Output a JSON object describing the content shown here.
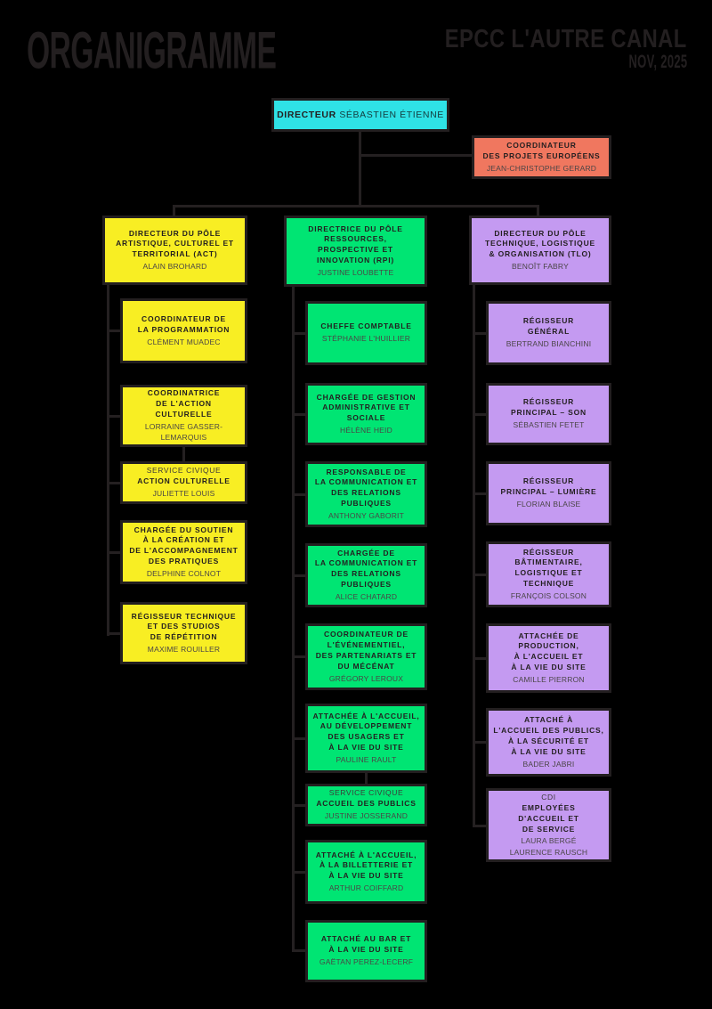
{
  "header": {
    "title": "ORGANIGRAMME",
    "org_name": "EPCC L'AUTRE CANAL",
    "date": "NOV, 2025"
  },
  "colors": {
    "background": "#000000",
    "director_box": "#2fe2e6",
    "europe_box": "#f0775f",
    "column_act": "#f8ee23",
    "column_rpi": "#00e573",
    "column_tlo": "#c49af1",
    "line": "#242021",
    "border": "#231f20"
  },
  "director": {
    "role": "DIRECTEUR",
    "name": "SÉBASTIEN ÉTIENNE"
  },
  "europe": {
    "title": "COORDINATEUR\nDES PROJETS EUROPÉENS",
    "name": "JEAN-CHRISTOPHE GERARD"
  },
  "columns": [
    {
      "id": "act",
      "head": {
        "title": "DIRECTEUR DU PÔLE\nARTISTIQUE, CULTUREL ET\nTERRITORIAL (ACT)",
        "name": "ALAIN BROHARD"
      },
      "boxes": [
        {
          "title": "COORDINATEUR DE\nLA PROGRAMMATION",
          "name": "CLÉMENT MUADEC"
        },
        {
          "title": "COORDINATRICE\nDE L'ACTION\nCULTURELLE",
          "name": "LORRAINE GASSER-LEMARQUIS"
        },
        {
          "pretitle": "SERVICE CIVIQUE",
          "title": "ACTION CULTURELLE",
          "name": "JULIETTE LOUIS"
        },
        {
          "title": "CHARGÉE DU SOUTIEN\nÀ LA CRÉATION ET\nDE L'ACCOMPAGNEMENT\nDES PRATIQUES",
          "name": "DELPHINE COLNOT"
        },
        {
          "title": "RÉGISSEUR TECHNIQUE\nET DES STUDIOS\nDE RÉPÉTITION",
          "name": "MAXIME ROUILLER"
        }
      ]
    },
    {
      "id": "rpi",
      "head": {
        "title": "DIRECTRICE DU PÔLE\nRESSOURCES,\nPROSPECTIVE ET\nINNOVATION (RPI)",
        "name": "JUSTINE LOUBETTE"
      },
      "boxes": [
        {
          "title": "CHEFFE COMPTABLE",
          "name": "STÉPHANIE L'HUILLIER"
        },
        {
          "title": "CHARGÉE DE GESTION\nADMINISTRATIVE ET\nSOCIALE",
          "name": "HÉLÈNE HEID"
        },
        {
          "title": "RESPONSABLE DE\nLA COMMUNICATION ET\nDES RELATIONS\nPUBLIQUES",
          "name": "ANTHONY GABORIT"
        },
        {
          "title": "CHARGÉE DE\nLA COMMUNICATION ET\nDES RELATIONS\nPUBLIQUES",
          "name": "ALICE CHATARD"
        },
        {
          "title": "COORDINATEUR DE\nL'ÉVÉNEMENTIEL,\nDES PARTENARIATS ET\nDU MÉCÉNAT",
          "name": "GRÉGORY LEROUX"
        },
        {
          "title": "ATTACHÉE À L'ACCUEIL,\nAU DÉVELOPPEMENT\nDES USAGERS ET\nÀ LA VIE DU SITE",
          "name": "PAULINE RAULT"
        },
        {
          "pretitle": "SERVICE CIVIQUE",
          "title": "ACCUEIL DES PUBLICS",
          "name": "JUSTINE JOSSERAND"
        },
        {
          "title": "ATTACHÉ À L'ACCUEIL,\nÀ LA BILLETTERIE ET\nÀ LA VIE DU SITE",
          "name": "ARTHUR COIFFARD"
        },
        {
          "title": "ATTACHÉ AU BAR ET\nÀ LA VIE DU SITE",
          "name": "GAËTAN PEREZ-LECERF"
        }
      ]
    },
    {
      "id": "tlo",
      "head": {
        "title": "DIRECTEUR DU PÔLE\nTECHNIQUE, LOGISTIQUE\n& ORGANISATION (TLO)",
        "name": "BENOÎT FABRY"
      },
      "boxes": [
        {
          "title": "RÉGISSEUR\nGÉNÉRAL",
          "name": "BERTRAND BIANCHINI"
        },
        {
          "title": "RÉGISSEUR\nPRINCIPAL – SON",
          "name": "SÉBASTIEN FETET"
        },
        {
          "title": "RÉGISSEUR\nPRINCIPAL – LUMIÈRE",
          "name": "FLORIAN BLAISE"
        },
        {
          "title": "RÉGISSEUR\nBÂTIMENTAIRE,\nLOGISTIQUE ET\nTECHNIQUE",
          "name": "FRANÇOIS COLSON"
        },
        {
          "title": "ATTACHÉE DE\nPRODUCTION,\nÀ L'ACCUEIL ET\nÀ LA VIE DU SITE",
          "name": "CAMILLE PIERRON"
        },
        {
          "title": "ATTACHÉ À\nL'ACCUEIL DES PUBLICS,\nÀ LA SÉCURITÉ ET\nÀ LA VIE DU SITE",
          "name": "BADER JABRI"
        },
        {
          "pretitle": "CDI",
          "title": "EMPLOYÉES\nD'ACCUEIL ET\nDE SERVICE",
          "name": "LAURA BERGÉ\nLAURENCE RAUSCH"
        }
      ]
    }
  ]
}
